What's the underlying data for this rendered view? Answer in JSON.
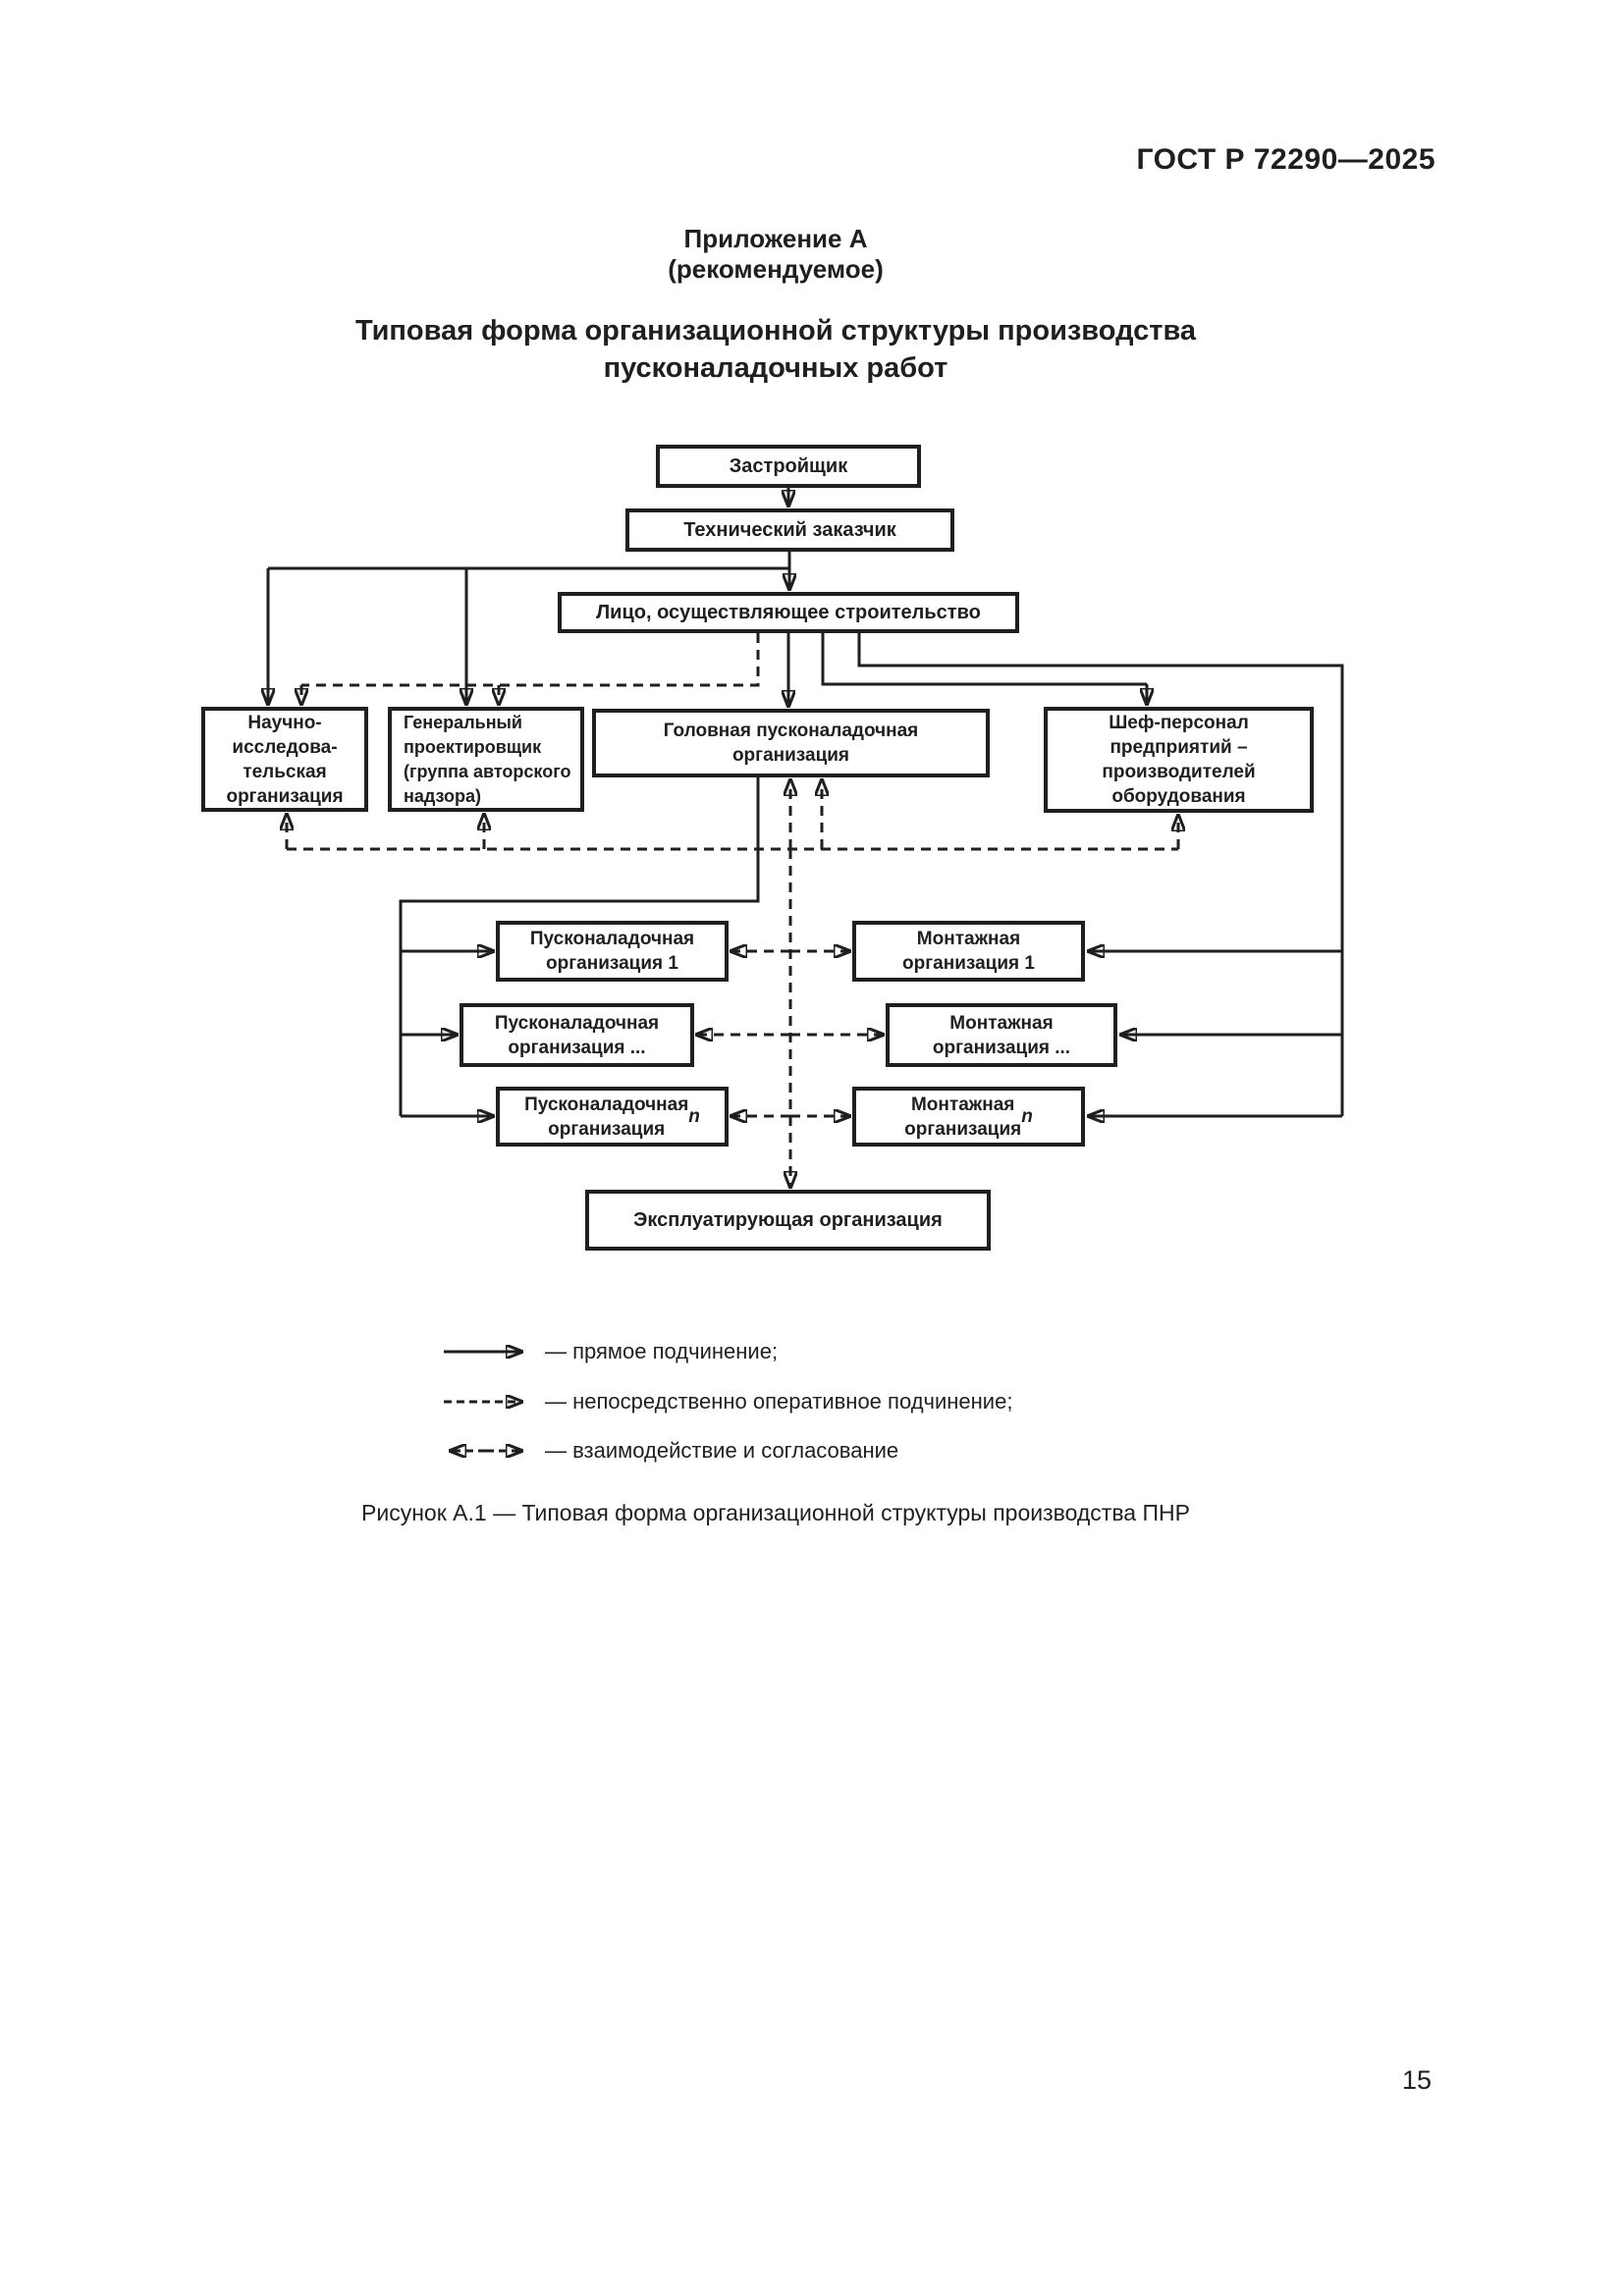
{
  "page": {
    "doc_code": "ГОСТ Р 72290—2025",
    "appendix_label": "Приложение А",
    "appendix_note": "(рекомендуемое)",
    "title": "Типовая форма организационной структуры производства\nпусконаладочных работ",
    "page_number": "15"
  },
  "diagram": {
    "boxes": [
      {
        "text": "Застройщик"
      },
      {
        "text": "Технический заказчик"
      },
      {
        "text": "Лицо, осуществляющее строительство"
      },
      {
        "text": "Научно-\nисследова-\nтельская\nорганизация"
      },
      {
        "text": "Генеральный\nпроектировщик\n(группа авторского\nнадзора)"
      },
      {
        "text": "Головная пусконаладочная\nорганизация"
      },
      {
        "text": "Шеф-персонал\nпредприятий –\nпроизводителей\nоборудования"
      },
      {
        "text": "Пусконаладочная\nорганизация 1"
      },
      {
        "text": "Монтажная\nорганизация 1"
      },
      {
        "text": "Пусконаладочная\nорганизация ..."
      },
      {
        "text": "Монтажная\nорганизация ..."
      },
      {
        "text": "Пусконаладочная\nорганизация ",
        "suffix": "n"
      },
      {
        "text": "Монтажная\nорганизация ",
        "suffix": "n"
      },
      {
        "text": "Эксплуатирующая организация"
      }
    ],
    "legend": [
      {
        "style": "solid",
        "label": "— прямое подчинение;"
      },
      {
        "style": "dashed",
        "label": "— непосредственно оперативное подчинение;"
      },
      {
        "style": "dashed-double",
        "label": "— взаимодействие и согласование"
      }
    ],
    "caption": "Рисунок А.1 — Типовая форма организационной структуры производства ПНР",
    "colors": {
      "ink": "#1f1f1f",
      "paper": "#ffffff"
    }
  }
}
